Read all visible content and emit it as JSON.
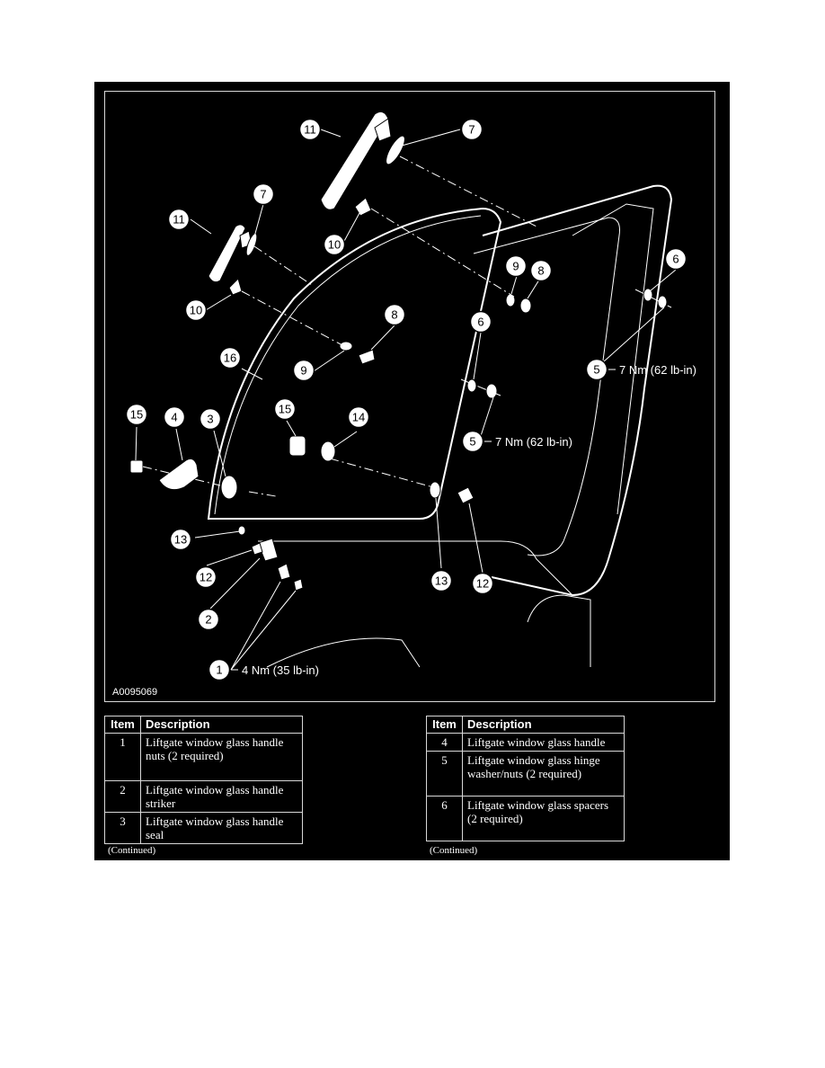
{
  "figure": {
    "id": "A0095069",
    "callouts": [
      "11",
      "7",
      "7",
      "11",
      "10",
      "10",
      "9",
      "8",
      "8",
      "9",
      "6",
      "6",
      "16",
      "15",
      "4",
      "3",
      "15",
      "14",
      "5",
      "5",
      "13",
      "12",
      "13",
      "12",
      "2",
      "1"
    ],
    "torques": {
      "item5_upper": "7 Nm (62 lb-in)",
      "item5_lower": "7 Nm (62 lb-in)",
      "item1": "4 Nm (35 lb-in)"
    }
  },
  "table_left": {
    "headers": [
      "Item",
      "Description"
    ],
    "rows": [
      {
        "item": "1",
        "desc": "Liftgate window glass handle nuts (2 required)"
      },
      {
        "item": "2",
        "desc": "Liftgate window glass handle striker"
      },
      {
        "item": "3",
        "desc": "Liftgate window glass handle seal"
      }
    ],
    "continued": "(Continued)"
  },
  "table_right": {
    "headers": [
      "Item",
      "Description"
    ],
    "rows": [
      {
        "item": "4",
        "desc": "Liftgate window glass handle"
      },
      {
        "item": "5",
        "desc": "Liftgate window glass hinge washer/nuts (2 required)"
      },
      {
        "item": "6",
        "desc": "Liftgate window glass spacers (2 required)"
      }
    ],
    "continued": "(Continued)"
  }
}
